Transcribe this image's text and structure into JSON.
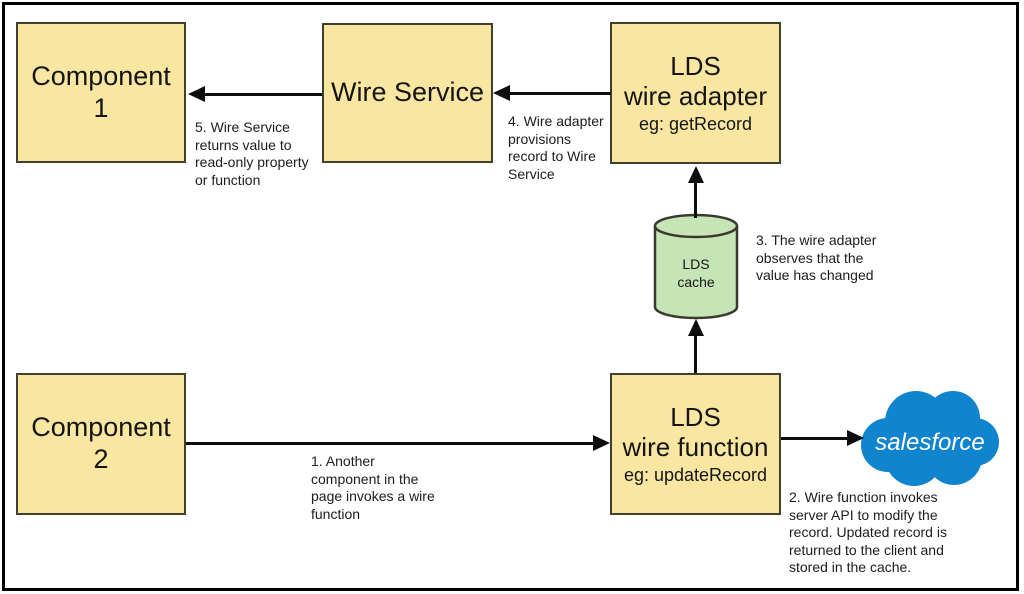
{
  "diagram": {
    "nodes": {
      "component1": {
        "label": "Component\n1"
      },
      "wire_service": {
        "label": "Wire Service"
      },
      "lds_wire_adapter": {
        "label": "LDS\nwire adapter",
        "example": "eg: getRecord"
      },
      "component2": {
        "label": "Component\n2"
      },
      "lds_wire_function": {
        "label": "LDS\nwire function",
        "example": "eg: updateRecord"
      },
      "lds_cache": {
        "label": "LDS\ncache"
      },
      "salesforce": {
        "label": "salesforce"
      }
    },
    "annotations": {
      "step1": "1. Another\ncomponent in the\npage invokes a wire\nfunction",
      "step2": "2. Wire function invokes\nserver API to modify the\nrecord. Updated record is\nreturned to the client and\nstored in the cache.",
      "step3": "3. The wire adapter\nobserves that the\nvalue has changed",
      "step4": "4. Wire adapter\nprovisions\nrecord to Wire\nService",
      "step5": "5. Wire Service\nreturns value to\nread-only property\nor function"
    },
    "colors": {
      "node_fill": "#F9E6A1",
      "node_border": "#40402F",
      "cache_fill": "#C6E5B7",
      "salesforce_blue": "#1184CE",
      "arrow": "#0D0D0D",
      "background": "#FFFFFF"
    }
  }
}
